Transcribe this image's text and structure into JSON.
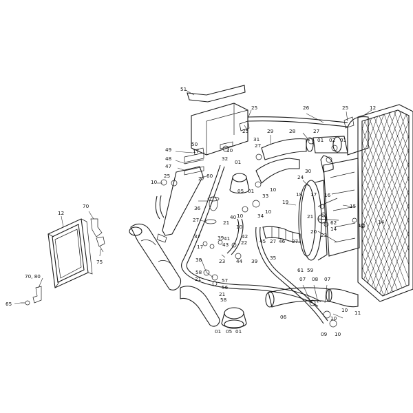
{
  "callouts": [
    {
      "id": "c-51",
      "text": "51"
    },
    {
      "id": "c-25a",
      "text": "25"
    },
    {
      "id": "c-26",
      "text": "26"
    },
    {
      "id": "c-25b",
      "text": "25"
    },
    {
      "id": "c-12a",
      "text": "12"
    },
    {
      "id": "c-25c",
      "text": "25"
    },
    {
      "id": "c-29",
      "text": "29"
    },
    {
      "id": "c-28",
      "text": "28"
    },
    {
      "id": "c-27a",
      "text": "27"
    },
    {
      "id": "c-31",
      "text": "31"
    },
    {
      "id": "c-01a",
      "text": "01"
    },
    {
      "id": "c-02",
      "text": "02"
    },
    {
      "id": "c-01b",
      "text": "01"
    },
    {
      "id": "c-50",
      "text": "50"
    },
    {
      "id": "c-17a",
      "text": "17"
    },
    {
      "id": "c-10a",
      "text": "10"
    },
    {
      "id": "c-27b",
      "text": "27"
    },
    {
      "id": "c-49",
      "text": "49"
    },
    {
      "id": "c-32",
      "text": "32"
    },
    {
      "id": "c-48",
      "text": "48"
    },
    {
      "id": "c-01c",
      "text": "01"
    },
    {
      "id": "c-30",
      "text": "30"
    },
    {
      "id": "c-47",
      "text": "47"
    },
    {
      "id": "c-25d",
      "text": "25"
    },
    {
      "id": "c-60",
      "text": "60"
    },
    {
      "id": "c-10b",
      "text": "10"
    },
    {
      "id": "c-24",
      "text": "24"
    },
    {
      "id": "c-05a",
      "text": "05"
    },
    {
      "id": "c-01d",
      "text": "01"
    },
    {
      "id": "c-10c",
      "text": "10"
    },
    {
      "id": "c-27c",
      "text": "27"
    },
    {
      "id": "c-33",
      "text": "33"
    },
    {
      "id": "c-18",
      "text": "18"
    },
    {
      "id": "c-17b",
      "text": "17"
    },
    {
      "id": "c-16",
      "text": "16"
    },
    {
      "id": "c-36",
      "text": "36"
    },
    {
      "id": "c-19",
      "text": "19"
    },
    {
      "id": "c-10d",
      "text": "10"
    },
    {
      "id": "c-15",
      "text": "15"
    },
    {
      "id": "c-27d",
      "text": "27"
    },
    {
      "id": "c-40",
      "text": "40"
    },
    {
      "id": "c-10e",
      "text": "10"
    },
    {
      "id": "c-34",
      "text": "34"
    },
    {
      "id": "c-21a",
      "text": "21"
    },
    {
      "id": "c-62",
      "text": "62"
    },
    {
      "id": "c-14a",
      "text": "14"
    },
    {
      "id": "c-14b",
      "text": "14"
    },
    {
      "id": "c-21b",
      "text": "21"
    },
    {
      "id": "c-10f",
      "text": "10"
    },
    {
      "id": "c-20",
      "text": "20"
    },
    {
      "id": "c-14c",
      "text": "14"
    },
    {
      "id": "c-37",
      "text": "37"
    },
    {
      "id": "c-39a",
      "text": "39"
    },
    {
      "id": "c-41",
      "text": "41"
    },
    {
      "id": "c-42",
      "text": "42"
    },
    {
      "id": "c-45",
      "text": "45"
    },
    {
      "id": "c-46",
      "text": "46"
    },
    {
      "id": "c-27e",
      "text": "27"
    },
    {
      "id": "c-27f",
      "text": "27"
    },
    {
      "id": "c-23a",
      "text": "23"
    },
    {
      "id": "c-17c",
      "text": "17"
    },
    {
      "id": "c-43",
      "text": "43"
    },
    {
      "id": "c-22",
      "text": "22"
    },
    {
      "id": "c-44",
      "text": "44"
    },
    {
      "id": "c-38a",
      "text": "38"
    },
    {
      "id": "c-23b",
      "text": "23"
    },
    {
      "id": "c-39b",
      "text": "39"
    },
    {
      "id": "c-35",
      "text": "35"
    },
    {
      "id": "c-61",
      "text": "61"
    },
    {
      "id": "c-59",
      "text": "59"
    },
    {
      "id": "c-58a",
      "text": "58"
    },
    {
      "id": "c-21c",
      "text": "21"
    },
    {
      "id": "c-57",
      "text": "57"
    },
    {
      "id": "c-56",
      "text": "56"
    },
    {
      "id": "c-21d",
      "text": "21"
    },
    {
      "id": "c-58b",
      "text": "58"
    },
    {
      "id": "c-07a",
      "text": "07"
    },
    {
      "id": "c-08",
      "text": "08"
    },
    {
      "id": "c-07b",
      "text": "07"
    },
    {
      "id": "c-10g",
      "text": "10"
    },
    {
      "id": "c-11",
      "text": "11"
    },
    {
      "id": "c-06",
      "text": "06"
    },
    {
      "id": "c-10h",
      "text": "10"
    },
    {
      "id": "c-01e",
      "text": "01"
    },
    {
      "id": "c-05b",
      "text": "05"
    },
    {
      "id": "c-01f",
      "text": "01"
    },
    {
      "id": "c-09",
      "text": "09"
    },
    {
      "id": "c-10i",
      "text": "10"
    },
    {
      "id": "c-70a",
      "text": "70"
    },
    {
      "id": "c-12b",
      "text": "12"
    },
    {
      "id": "c-75",
      "text": "75"
    },
    {
      "id": "c-7080",
      "text": "70, 80"
    },
    {
      "id": "c-65",
      "text": "65"
    }
  ]
}
